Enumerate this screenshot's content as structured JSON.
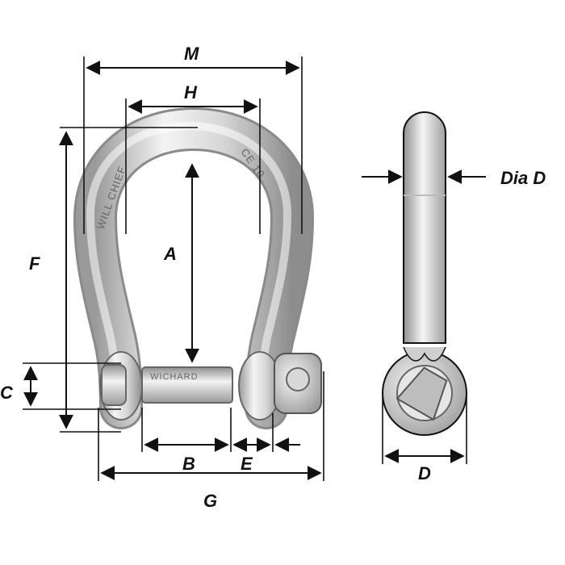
{
  "labels": {
    "M": "M",
    "H": "H",
    "F": "F",
    "A": "A",
    "C": "C",
    "B": "B",
    "E": "E",
    "G": "G",
    "D": "D",
    "dia_d": "Dia D"
  },
  "engravings": {
    "left_arm": "WILL CHIEF",
    "right_arm": "CE 10",
    "pin": "WICHARD"
  },
  "colors": {
    "line": "#111111",
    "steel_light": "#f1f1f1",
    "steel_mid": "#c8c8c8",
    "steel_dark": "#8a8a8a"
  }
}
